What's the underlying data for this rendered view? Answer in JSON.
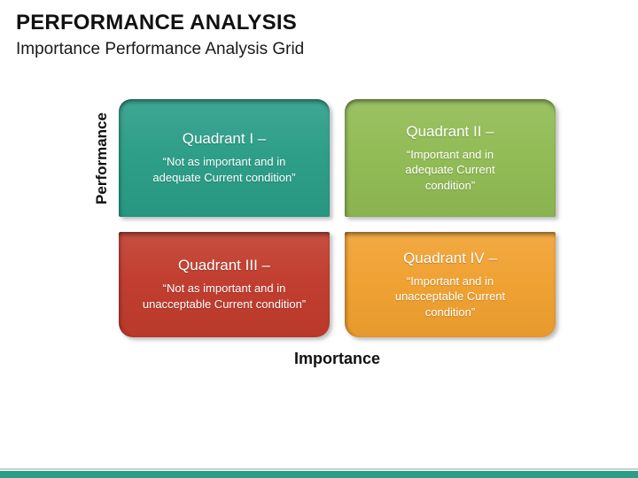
{
  "slide": {
    "title": "PERFORMANCE ANALYSIS",
    "subtitle": "Importance Performance Analysis Grid"
  },
  "axes": {
    "y_label": "Performance",
    "x_label": "Importance"
  },
  "quadrants": [
    {
      "name": "Quadrant I –",
      "description": "“Not as important and in adequate Current condition”",
      "color": "#2A9D87"
    },
    {
      "name": "Quadrant II –",
      "description": "“Important and in adequate Current condition”",
      "color": "#90BB53"
    },
    {
      "name": "Quadrant III –",
      "description": "“Not as important and in unacceptable Current condition”",
      "color": "#C03B2C"
    },
    {
      "name": "Quadrant IV –",
      "description": "“Important and in unacceptable Current condition”",
      "color": "#F0A02F"
    }
  ],
  "footer": {
    "bar_color": "#2A9D87"
  }
}
